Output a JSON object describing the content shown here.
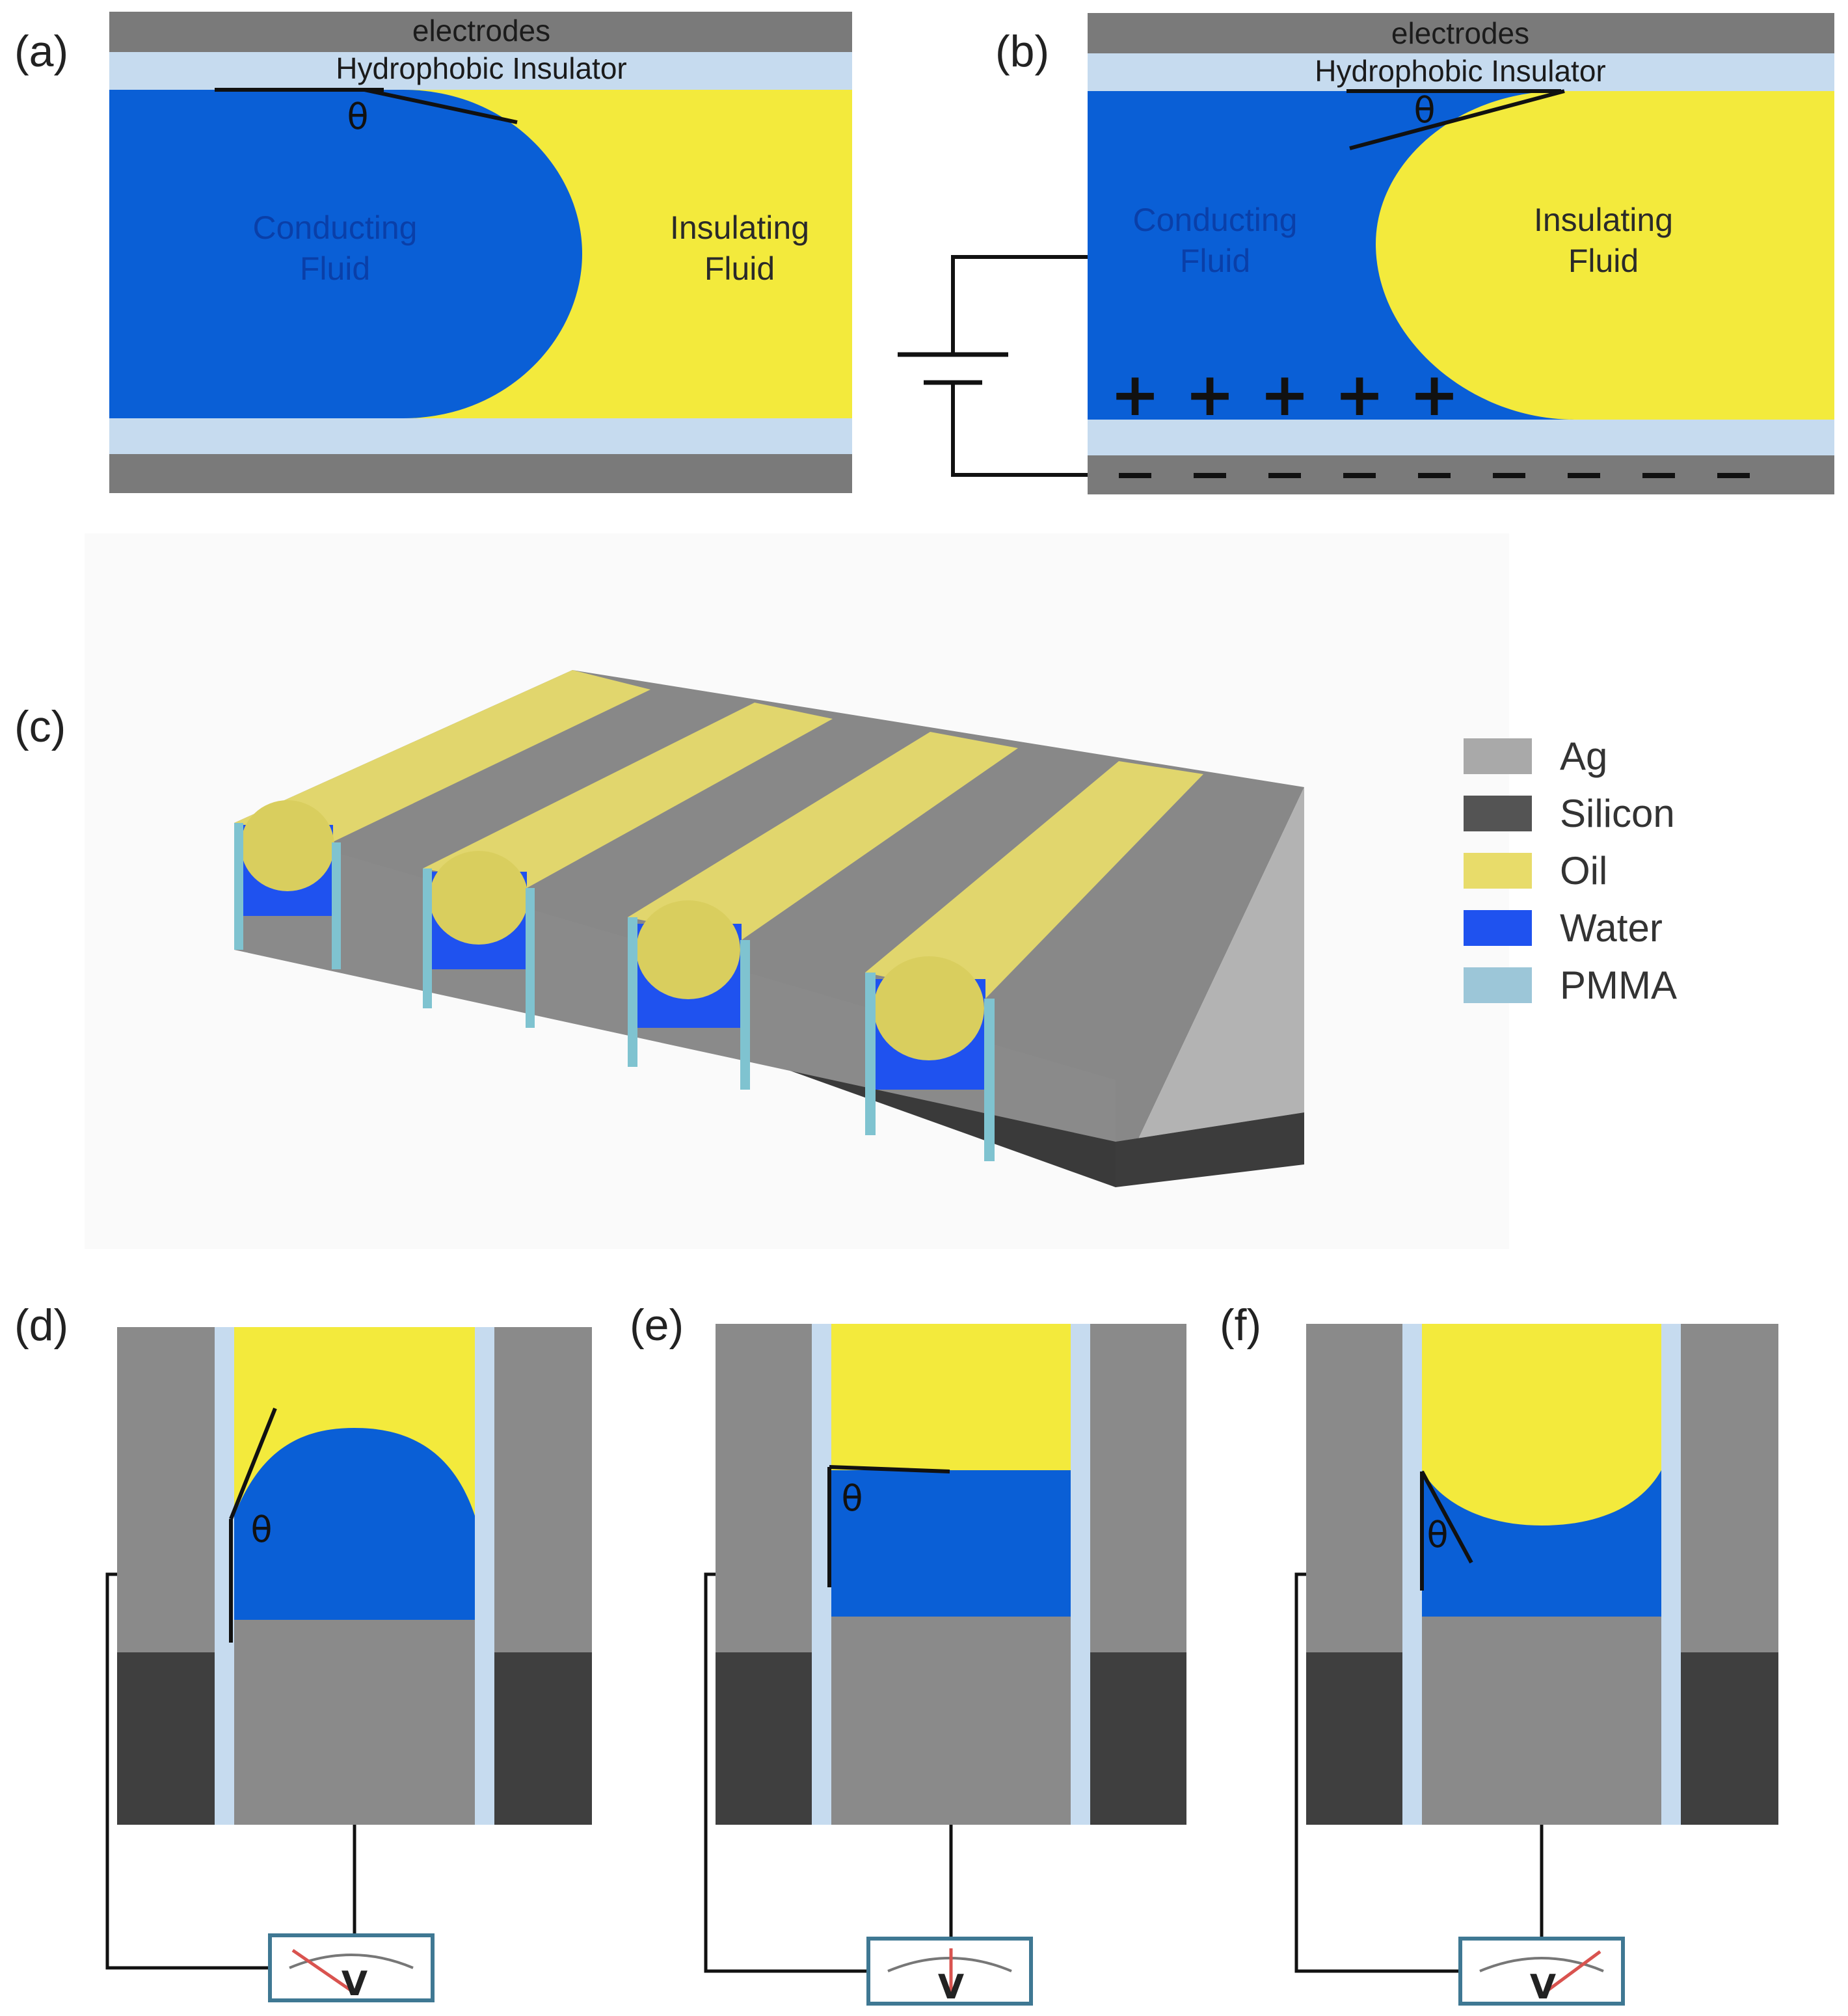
{
  "panels": {
    "a": {
      "label": "(a)"
    },
    "b": {
      "label": "(b)"
    },
    "c": {
      "label": "(c)"
    },
    "d": {
      "label": "(d)"
    },
    "e": {
      "label": "(e)"
    },
    "f": {
      "label": "(f)"
    }
  },
  "layers": {
    "electrodes": "electrodes",
    "insulator": "Hydrophobic Insulator"
  },
  "fluids": {
    "conducting_line1": "Conducting",
    "conducting_line2": "Fluid",
    "insulating_line1": "Insulating",
    "insulating_line2": "Fluid"
  },
  "angle_symbol": "θ",
  "meter_symbol": "V",
  "charges": {
    "plus": "+",
    "minus": "−"
  },
  "legend": [
    {
      "label": "Ag",
      "color": "#a9a9a9"
    },
    {
      "label": "Silicon",
      "color": "#545454"
    },
    {
      "label": "Oil",
      "color": "#e8dc6a"
    },
    {
      "label": "Water",
      "color": "#1f52ef"
    },
    {
      "label": "PMMA",
      "color": "#9cc6d8"
    }
  ],
  "colors": {
    "electrode": "#7a7a7a",
    "insulator": "#c6dbef",
    "conducting": "#0a5fd6",
    "insulating": "#f3ea3c",
    "ag": "#8a8a8a",
    "silicon": "#3f3f3f"
  }
}
